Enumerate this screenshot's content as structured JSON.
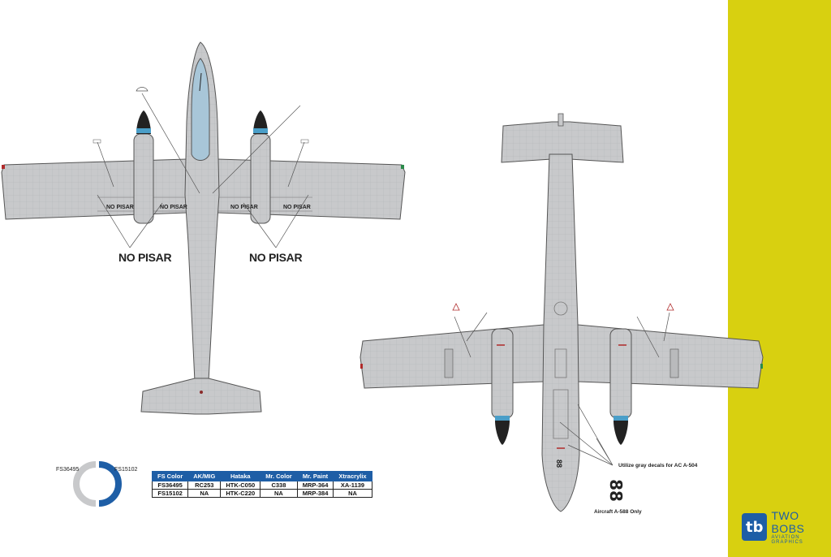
{
  "callouts": {
    "no_pisar_left": "NO PISAR",
    "no_pisar_right": "NO PISAR",
    "small_no_pisar": "NO PISAR",
    "gray_decals_note": "Utilize gray decals for AC A-504",
    "aircraft_note": "Aircraft A-588 Only",
    "serial_big": "88",
    "serial_fuselage": "88"
  },
  "legend": {
    "left_label": "FS36495",
    "right_label": "FS15102",
    "colors": {
      "light": "#c8c9cb",
      "dark": "#1e5ea6"
    }
  },
  "table": {
    "headers": [
      "FS Color",
      "AK/MIG",
      "Hataka",
      "Mr. Color",
      "Mr. Paint",
      "Xtracrylix"
    ],
    "rows": [
      [
        "FS36495",
        "RC253",
        "HTK-C050",
        "C338",
        "MRP-364",
        "XA-1139"
      ],
      [
        "FS15102",
        "NA",
        "HTK-C220",
        "NA",
        "MRP-384",
        "NA"
      ]
    ]
  },
  "logo": {
    "mark": "tb",
    "name": "TWO BOBS",
    "subtitle": "AVIATION GRAPHICS"
  },
  "theme": {
    "sidebar": "#d8d010",
    "aircraft_gray": "#c8c9cb",
    "brand_blue": "#1e5ea6"
  }
}
